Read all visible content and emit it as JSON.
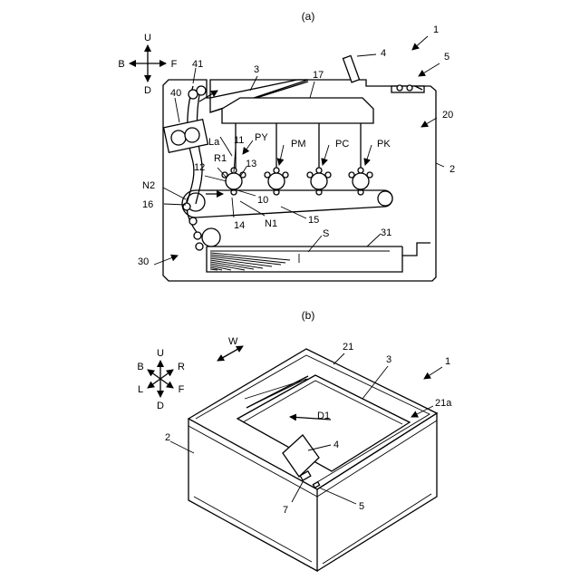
{
  "panel_a": {
    "caption": "(a)",
    "directions": {
      "up": "U",
      "down": "D",
      "back": "B",
      "front": "F"
    },
    "labels": {
      "l1": "1",
      "l2": "2",
      "l3": "3",
      "l4": "4",
      "l5": "5",
      "l10": "10",
      "l11": "11",
      "l12": "12",
      "l13": "13",
      "l14": "14",
      "l15": "15",
      "l16": "16",
      "l17": "17",
      "l20": "20",
      "l30": "30",
      "l31": "31",
      "l40": "40",
      "l41": "41",
      "N1": "N1",
      "N2": "N2",
      "R1": "R1",
      "La": "La",
      "S": "S",
      "PY": "PY",
      "PM": "PM",
      "PC": "PC",
      "PK": "PK"
    }
  },
  "panel_b": {
    "caption": "(b)",
    "directions": {
      "up": "U",
      "down": "D",
      "back": "B",
      "right": "R",
      "left": "L",
      "front": "F",
      "width": "W"
    },
    "labels": {
      "l1": "1",
      "l2": "2",
      "l3": "3",
      "l4": "4",
      "l5": "5",
      "l7": "7",
      "l21": "21",
      "l21a": "21a",
      "D1": "D1"
    }
  }
}
